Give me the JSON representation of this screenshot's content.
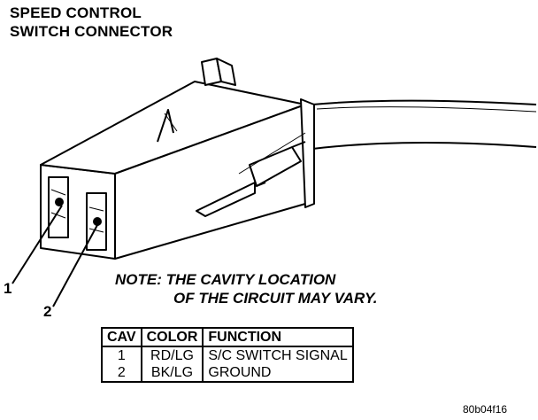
{
  "title": {
    "line1": "SPEED CONTROL",
    "line2": "SWITCH CONNECTOR"
  },
  "callouts": [
    {
      "label": "1"
    },
    {
      "label": "2"
    }
  ],
  "note": {
    "line1": "NOTE: THE CAVITY LOCATION",
    "line2": "OF THE CIRCUIT MAY VARY."
  },
  "table": {
    "headers": [
      "CAV",
      "COLOR",
      "FUNCTION"
    ],
    "rows": [
      {
        "cav": "1",
        "color": "RD/LG",
        "function": "S/C SWITCH SIGNAL"
      },
      {
        "cav": "2",
        "color": "BK/LG",
        "function": "GROUND"
      }
    ]
  },
  "figure_id": "80b04f16"
}
